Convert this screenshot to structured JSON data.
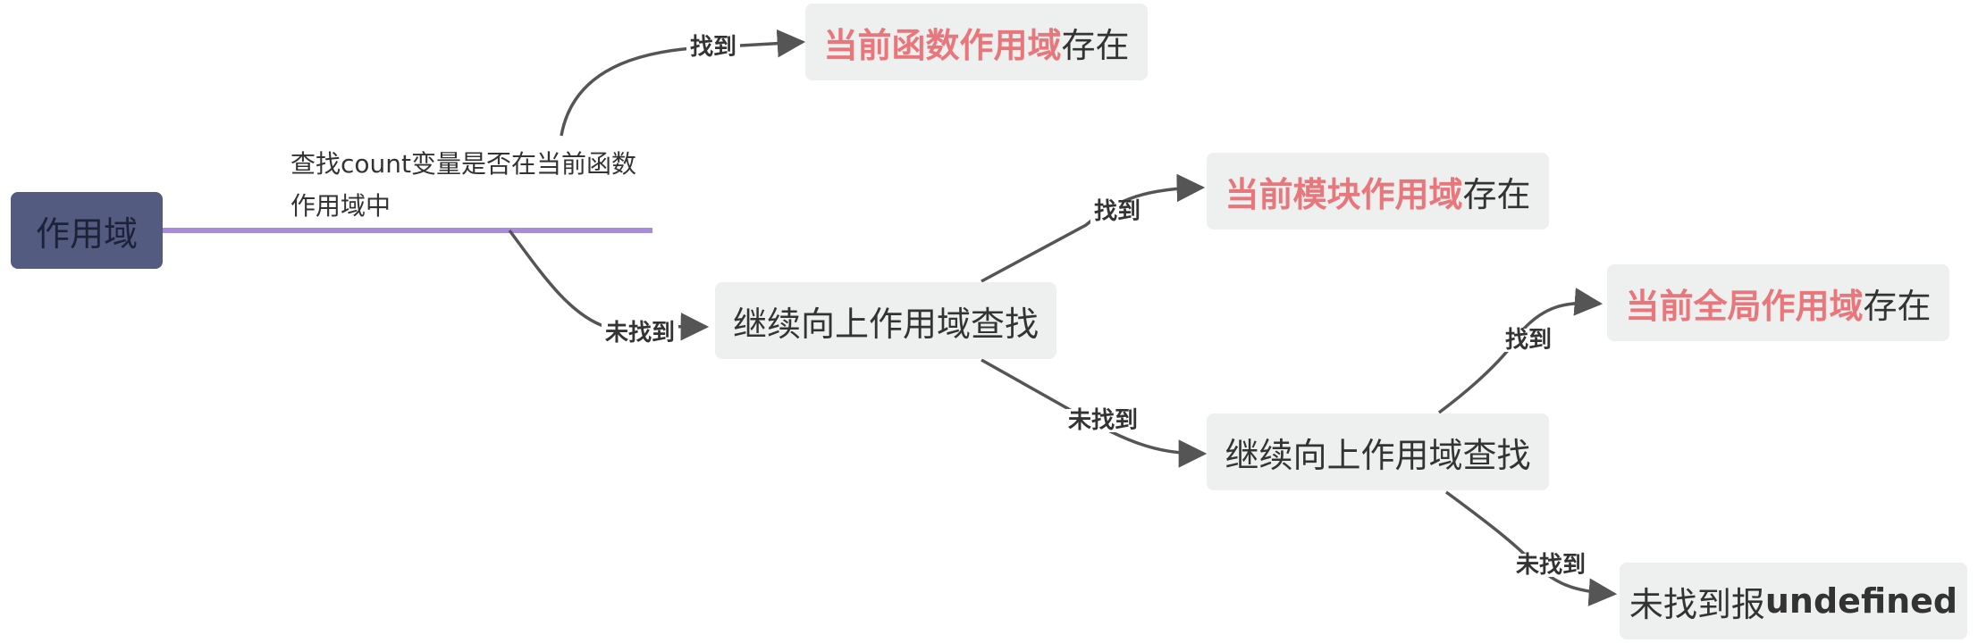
{
  "root": {
    "label": "作用域"
  },
  "branch": {
    "line1": "查找count变量是否在当前函数",
    "line2": "作用域中"
  },
  "nodes": {
    "func_found": {
      "highlight": "当前函数作用域",
      "rest": "存在"
    },
    "continue1": {
      "label": "继续向上作用域查找"
    },
    "module_found": {
      "highlight": "当前模块作用域",
      "rest": "存在"
    },
    "continue2": {
      "label": "继续向上作用域查找"
    },
    "global_found": {
      "highlight": "当前全局作用域",
      "rest": "存在"
    },
    "not_found": {
      "prefix": "未找到报",
      "bold": "undefined"
    }
  },
  "edges": {
    "found_1": "找到",
    "notfound_1": "未找到",
    "found_2": "找到",
    "notfound_2": "未找到",
    "found_3": "找到",
    "notfound_3": "未找到"
  },
  "colors": {
    "root_bg": "#535b80",
    "main_line": "#a98bdc",
    "node_bg": "#eef0f0",
    "highlight": "#e8767a",
    "connector": "#555555"
  }
}
